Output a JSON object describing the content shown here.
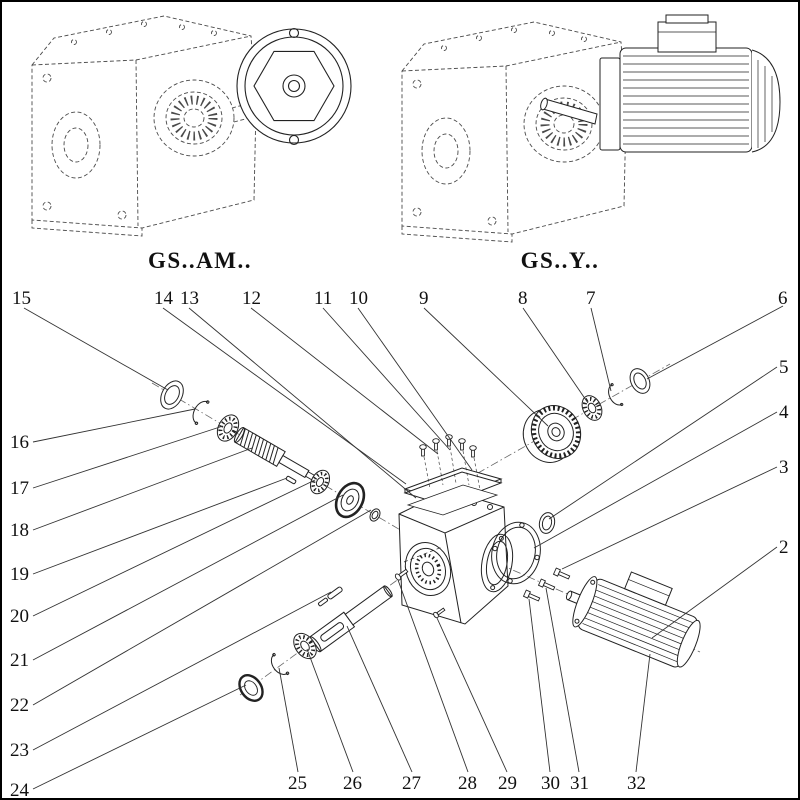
{
  "variants": [
    {
      "label": "GS..AM.."
    },
    {
      "label": "GS..Y.."
    }
  ],
  "callouts": [
    {
      "label": "15"
    },
    {
      "label": "14"
    },
    {
      "label": "13"
    },
    {
      "label": "12"
    },
    {
      "label": "11"
    },
    {
      "label": "10"
    },
    {
      "label": "9"
    },
    {
      "label": "8"
    },
    {
      "label": "7"
    },
    {
      "label": "6"
    },
    {
      "label": "5"
    },
    {
      "label": "4"
    },
    {
      "label": "3"
    },
    {
      "label": "2"
    },
    {
      "label": "16"
    },
    {
      "label": "17"
    },
    {
      "label": "18"
    },
    {
      "label": "19"
    },
    {
      "label": "20"
    },
    {
      "label": "21"
    },
    {
      "label": "22"
    },
    {
      "label": "23"
    },
    {
      "label": "24"
    },
    {
      "label": "25"
    },
    {
      "label": "26"
    },
    {
      "label": "27"
    },
    {
      "label": "28"
    },
    {
      "label": "29"
    },
    {
      "label": "30"
    },
    {
      "label": "31"
    },
    {
      "label": "32"
    }
  ],
  "colors": {
    "line": "#222222",
    "phantom": "#4a4a4a",
    "background": "#ffffff"
  }
}
